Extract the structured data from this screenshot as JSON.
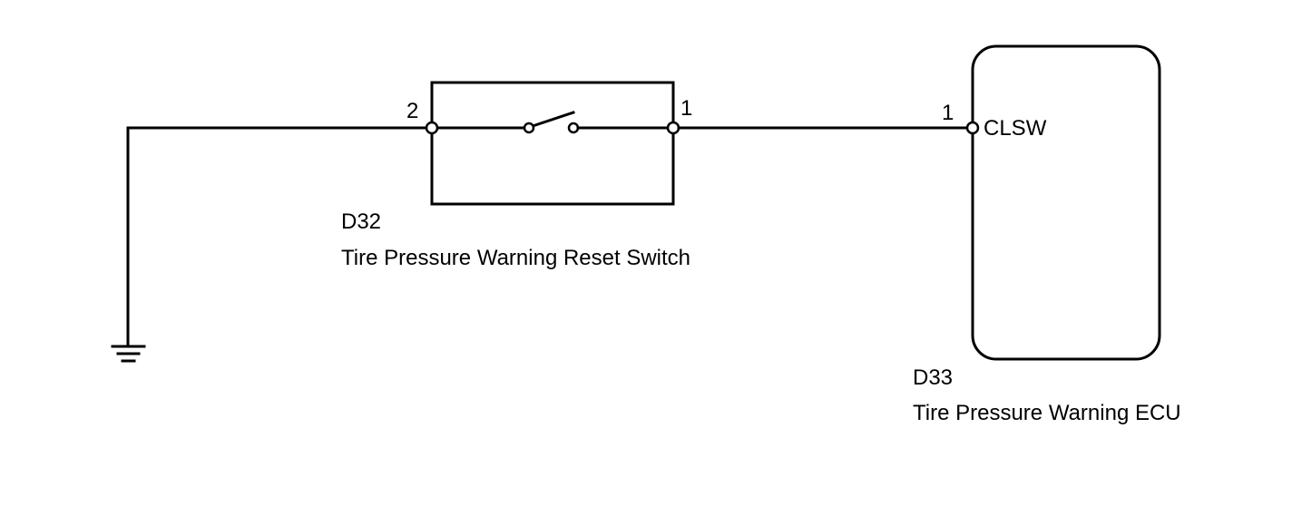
{
  "ground": {
    "symbol": "ground-icon"
  },
  "switch": {
    "connector": "D32",
    "name": "Tire Pressure Warning Reset Switch",
    "pins": {
      "left": "2",
      "right": "1"
    },
    "symbol": "switch-icon"
  },
  "ecu": {
    "connector": "D33",
    "name": "Tire Pressure Warning ECU",
    "pin": "1",
    "terminal_name": "CLSW"
  },
  "colors": {
    "line": "#000000",
    "background": "#ffffff"
  }
}
